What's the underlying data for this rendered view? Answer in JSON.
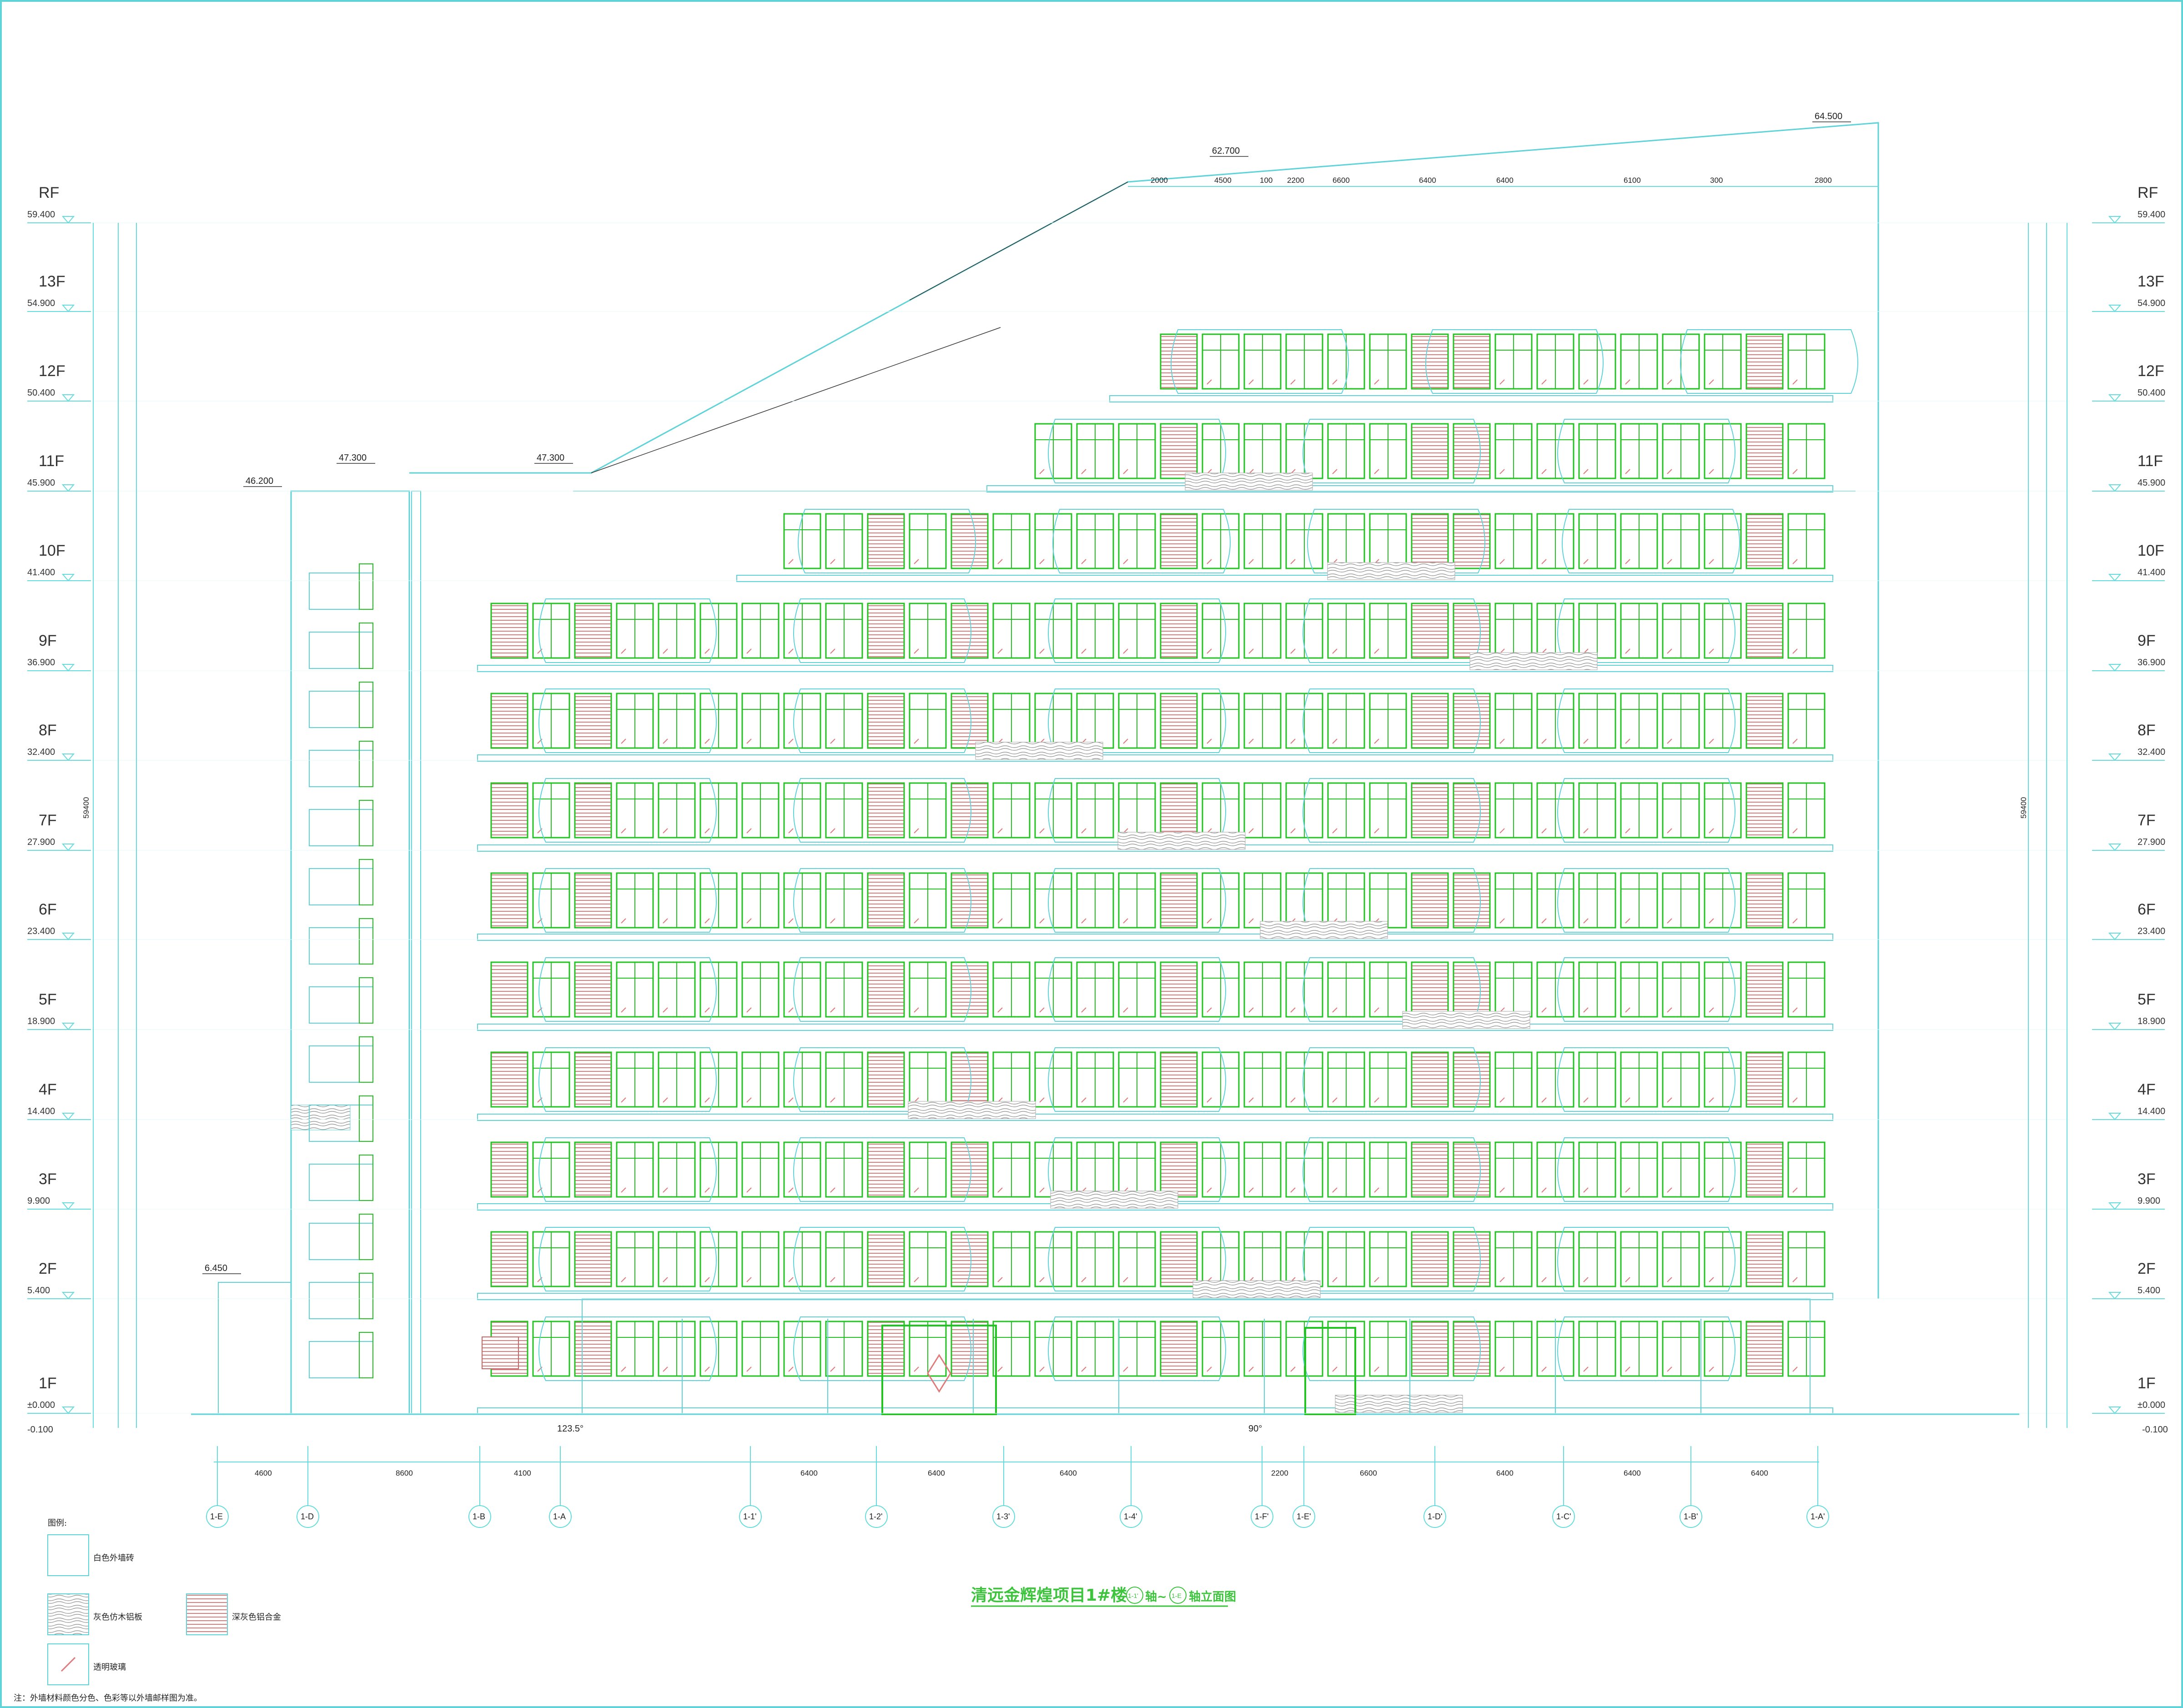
{
  "drawing": {
    "title": "清远金辉煌项目1#楼",
    "title_suffix_start": "1-1'",
    "title_suffix_mid": "轴~",
    "title_suffix_end": "1-E",
    "title_suffix_tail": "轴立面图",
    "note": "注：外墙材料颜色分色、色彩等以外墙邮样图为准。"
  },
  "levels": [
    {
      "name": "RF",
      "elev": "59.400"
    },
    {
      "name": "13F",
      "elev": "54.900"
    },
    {
      "name": "12F",
      "elev": "50.400"
    },
    {
      "name": "11F",
      "elev": "45.900"
    },
    {
      "name": "10F",
      "elev": "41.400"
    },
    {
      "name": "9F",
      "elev": "36.900"
    },
    {
      "name": "8F",
      "elev": "32.400"
    },
    {
      "name": "7F",
      "elev": "27.900"
    },
    {
      "name": "6F",
      "elev": "23.400"
    },
    {
      "name": "5F",
      "elev": "18.900"
    },
    {
      "name": "4F",
      "elev": "14.400"
    },
    {
      "name": "3F",
      "elev": "9.900"
    },
    {
      "name": "2F",
      "elev": "5.400"
    },
    {
      "name": "1F",
      "elev": "±0.000"
    }
  ],
  "below_grade": "-0.100",
  "total_height": "59400",
  "top_elevations": [
    {
      "label": "64.500"
    },
    {
      "label": "62.700"
    },
    {
      "label": "47.300"
    },
    {
      "label": "47.300"
    },
    {
      "label": "46.200"
    },
    {
      "label": "6.450"
    }
  ],
  "top_dimensions": [
    "2000",
    "4500",
    "100",
    "2200",
    "6600",
    "6400",
    "6400",
    "6100",
    "300",
    "2800"
  ],
  "bottom_dimensions": [
    "4600",
    "8600",
    "4100",
    "6400",
    "6400",
    "6400",
    "2200",
    "6600",
    "6400",
    "6400",
    "6400"
  ],
  "axes": [
    "1-E",
    "1-D",
    "1-B",
    "1-A",
    "1-1'",
    "1-2'",
    "1-3'",
    "1-4'",
    "1-F'",
    "1-E'",
    "1-D'",
    "1-C'",
    "1-B'",
    "1-A'"
  ],
  "angles": [
    "123.5°",
    "90°"
  ],
  "legend": {
    "heading": "图例:",
    "items": [
      {
        "label": "白色外墙砖",
        "icon": "white-tile-swatch"
      },
      {
        "label": "灰色仿木铝板",
        "icon": "wood-panel-swatch"
      },
      {
        "label": "深灰色铝合金",
        "icon": "aluminium-swatch"
      },
      {
        "label": "透明玻璃",
        "icon": "glass-swatch"
      }
    ]
  },
  "colors": {
    "wall_outline": "#5fd3d8",
    "window_frame": "#22c322",
    "aluminium_fill": "#e07a7a",
    "grid_line": "#66dcdc",
    "title": "#3cc43c"
  }
}
